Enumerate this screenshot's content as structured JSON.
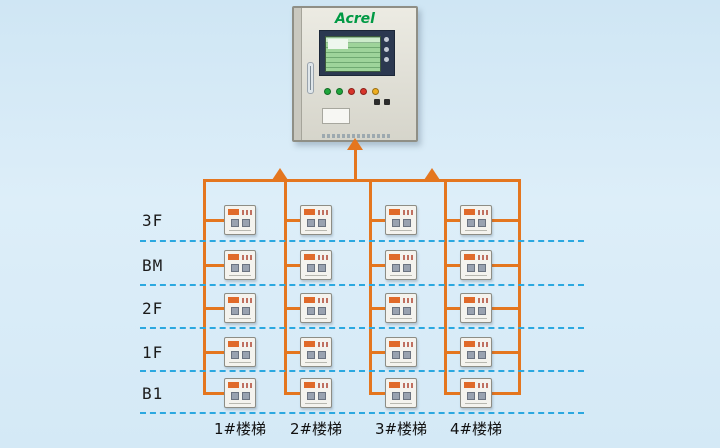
{
  "cabinet": {
    "logo": "Acrel",
    "indicator_colors": [
      "#1FA63C",
      "#1FA63C",
      "#D8342A",
      "#D8342A",
      "#EEAD1F"
    ]
  },
  "floors": [
    "3F",
    "BM",
    "2F",
    "1F",
    "B1"
  ],
  "stair_labels": [
    "1#楼梯",
    "2#楼梯",
    "3#楼梯",
    "4#楼梯"
  ],
  "grid": {
    "rows": 5,
    "cols": 4
  },
  "colors": {
    "bus_orange": "#E4761F",
    "dashed_blue": "#2BA8E0",
    "logo_green": "#009944",
    "background": "#D9ECF7"
  }
}
